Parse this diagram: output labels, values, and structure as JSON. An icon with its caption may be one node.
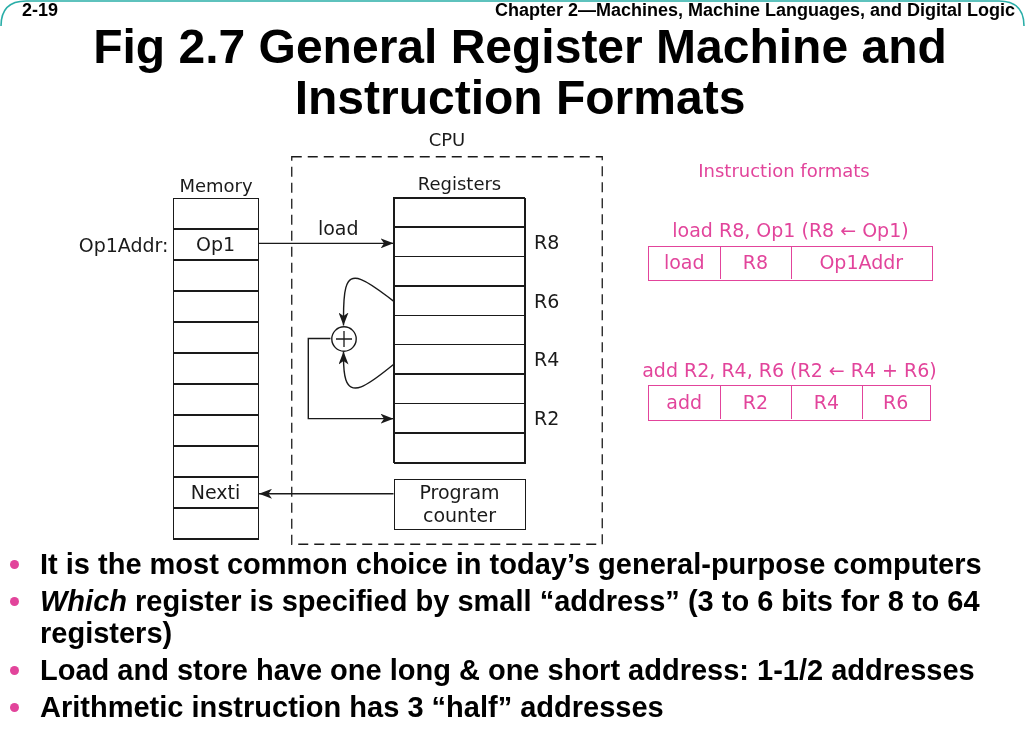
{
  "diagram": {
    "title": "Fig 2.7 General Register Machine and Instruction Formats",
    "nodes": [
      {
        "text": [
          "Memory"
        ]
      },
      {
        "text": [],
        "shape": "box",
        "in": 0
      },
      {
        "text": [
          "Op1"
        ],
        "in": 0,
        "beside": [
          "Op1Addr:"
        ]
      },
      {
        "text": [],
        "shape": "box",
        "in": 0
      },
      {
        "text": [],
        "shape": "box",
        "in": 0
      },
      {
        "text": [],
        "shape": "box",
        "in": 0
      },
      {
        "text": [],
        "shape": "box",
        "in": 0
      },
      {
        "text": [],
        "shape": "box",
        "in": 0
      },
      {
        "text": [],
        "shape": "box",
        "in": 0
      },
      {
        "text": [],
        "shape": "box",
        "in": 0
      },
      {
        "text": [
          "Nexti"
        ],
        "in": 0
      },
      {
        "text": [],
        "shape": "box",
        "in": 0
      },
      {
        "text": [
          "CPU"
        ]
      },
      {
        "text": [
          "Registers"
        ],
        "in": 12
      },
      {
        "text": [],
        "shape": "box",
        "in": 13
      },
      {
        "text": [],
        "shape": "box",
        "in": 13,
        "beside": [
          "R8"
        ]
      },
      {
        "text": [],
        "shape": "box",
        "in": 13
      },
      {
        "text": [],
        "shape": "box",
        "in": 13,
        "beside": [
          "R6"
        ]
      },
      {
        "text": [],
        "shape": "box",
        "in": 13
      },
      {
        "text": [],
        "shape": "box",
        "in": 13,
        "beside": [
          "R4"
        ]
      },
      {
        "text": [],
        "shape": "box",
        "in": 13
      },
      {
        "text": [],
        "shape": "box",
        "in": 13,
        "beside": [
          "R2"
        ]
      },
      {
        "text": [],
        "shape": "box",
        "in": 13
      },
      {
        "text": [],
        "shape": "circle",
        "in": 12
      },
      {
        "text": [
          "Program counter"
        ],
        "in": 12
      },
      {
        "text": [
          "load R8, Op1 (R8 ← Op1)"
        ]
      },
      {
        "text": [
          "load"
        ],
        "in": 25
      },
      {
        "text": [
          "R8"
        ],
        "in": 25
      },
      {
        "text": [
          "Op1Addr"
        ],
        "in": 25
      },
      {
        "text": [
          "add R2, R4, R6 (R2 ← R4 + R6)"
        ]
      },
      {
        "text": [
          "add"
        ],
        "in": 29
      },
      {
        "text": [
          "R2"
        ],
        "in": 29
      },
      {
        "text": [
          "R4"
        ],
        "in": 29
      },
      {
        "text": [
          "R6"
        ],
        "in": 29
      }
    ],
    "edges": [
      {
        "from": 2,
        "to": 15,
        "arrow": "to",
        "label": "load"
      },
      {
        "from": 17,
        "to": 23,
        "arrow": "to"
      },
      {
        "from": 19,
        "to": 23,
        "arrow": "to"
      },
      {
        "from": 23,
        "to": 21,
        "arrow": "to"
      },
      {
        "from": 24,
        "to": 10,
        "arrow": "to"
      }
    ],
    "labels": [
      "2-19",
      "Chapter 2—Machines, Machine Languages, and Digital Logic",
      "Instruction formats",
      "It is the most common choice in today’s general-purpose computers",
      "*Which* register is specified by small “address” (3 to 6 bits for 8 to 64 registers)",
      "Load and store have one long & one short address: 1-1/2 addresses",
      "Arithmetic instruction has 3 “half” addresses"
    ]
  }
}
